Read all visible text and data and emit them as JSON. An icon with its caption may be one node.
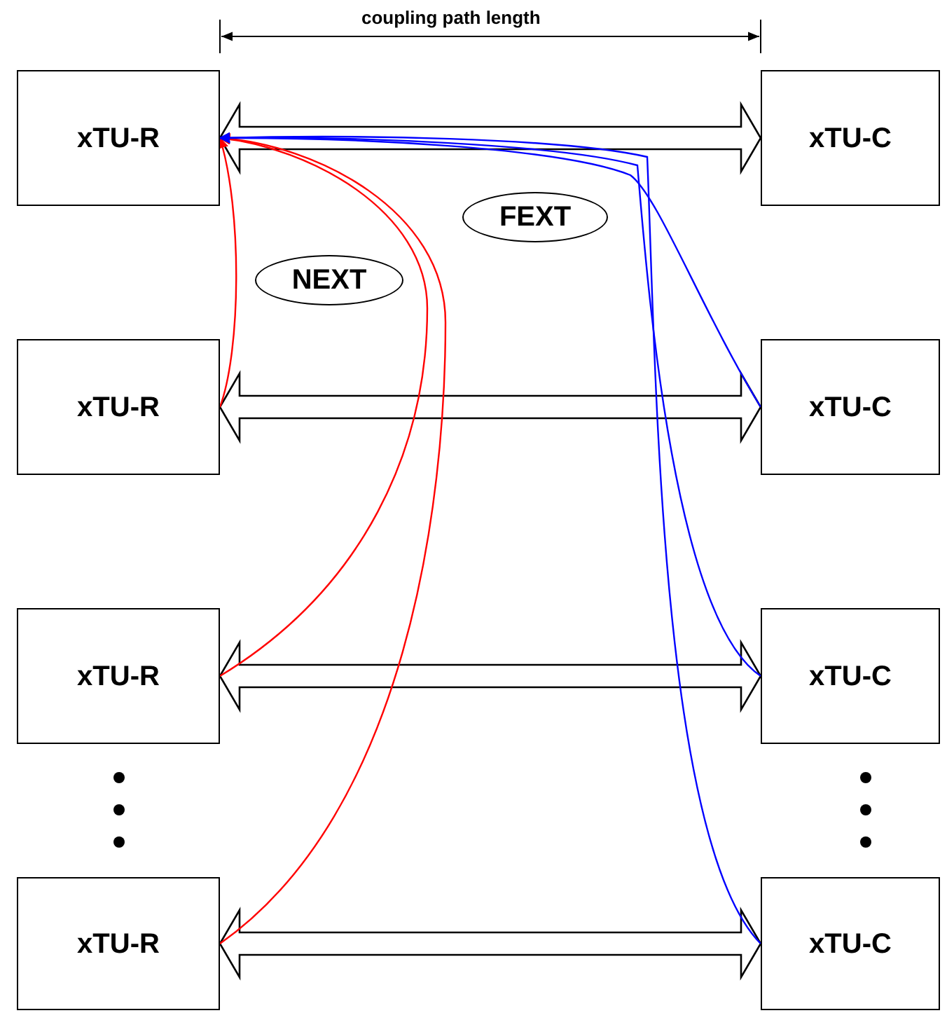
{
  "diagram": {
    "nodes": [
      {
        "text": [
          "xTU-R"
        ]
      },
      {
        "text": [
          "xTU-C"
        ]
      },
      {
        "text": [
          "xTU-R"
        ]
      },
      {
        "text": [
          "xTU-C"
        ]
      },
      {
        "text": [
          "xTU-R"
        ]
      },
      {
        "text": [
          "xTU-C"
        ]
      },
      {
        "text": [
          "xTU-R"
        ]
      },
      {
        "text": [
          "xTU-C"
        ]
      },
      {
        "text": [
          "NEXT"
        ]
      },
      {
        "text": [
          "FEXT"
        ]
      }
    ],
    "edges": [
      {
        "from": 0,
        "to": 1,
        "arrow": "both",
        "style": "thick"
      },
      {
        "from": 2,
        "to": 3,
        "arrow": "both",
        "style": "thick"
      },
      {
        "from": 4,
        "to": 5,
        "arrow": "both",
        "style": "thick"
      },
      {
        "from": 6,
        "to": 7,
        "arrow": "both",
        "style": "thick"
      },
      {
        "from": 2,
        "to": 0,
        "arrow": "to",
        "color": "#ff0000"
      },
      {
        "from": 4,
        "to": 0,
        "arrow": "to",
        "color": "#ff0000"
      },
      {
        "from": 6,
        "to": 0,
        "arrow": "to",
        "color": "#ff0000"
      },
      {
        "from": 3,
        "to": 0,
        "arrow": "to",
        "color": "#0000ff"
      },
      {
        "from": 5,
        "to": 0,
        "arrow": "to",
        "color": "#0000ff"
      },
      {
        "from": 7,
        "to": 0,
        "arrow": "to",
        "color": "#0000ff"
      }
    ],
    "labels": [
      "coupling path length"
    ]
  }
}
